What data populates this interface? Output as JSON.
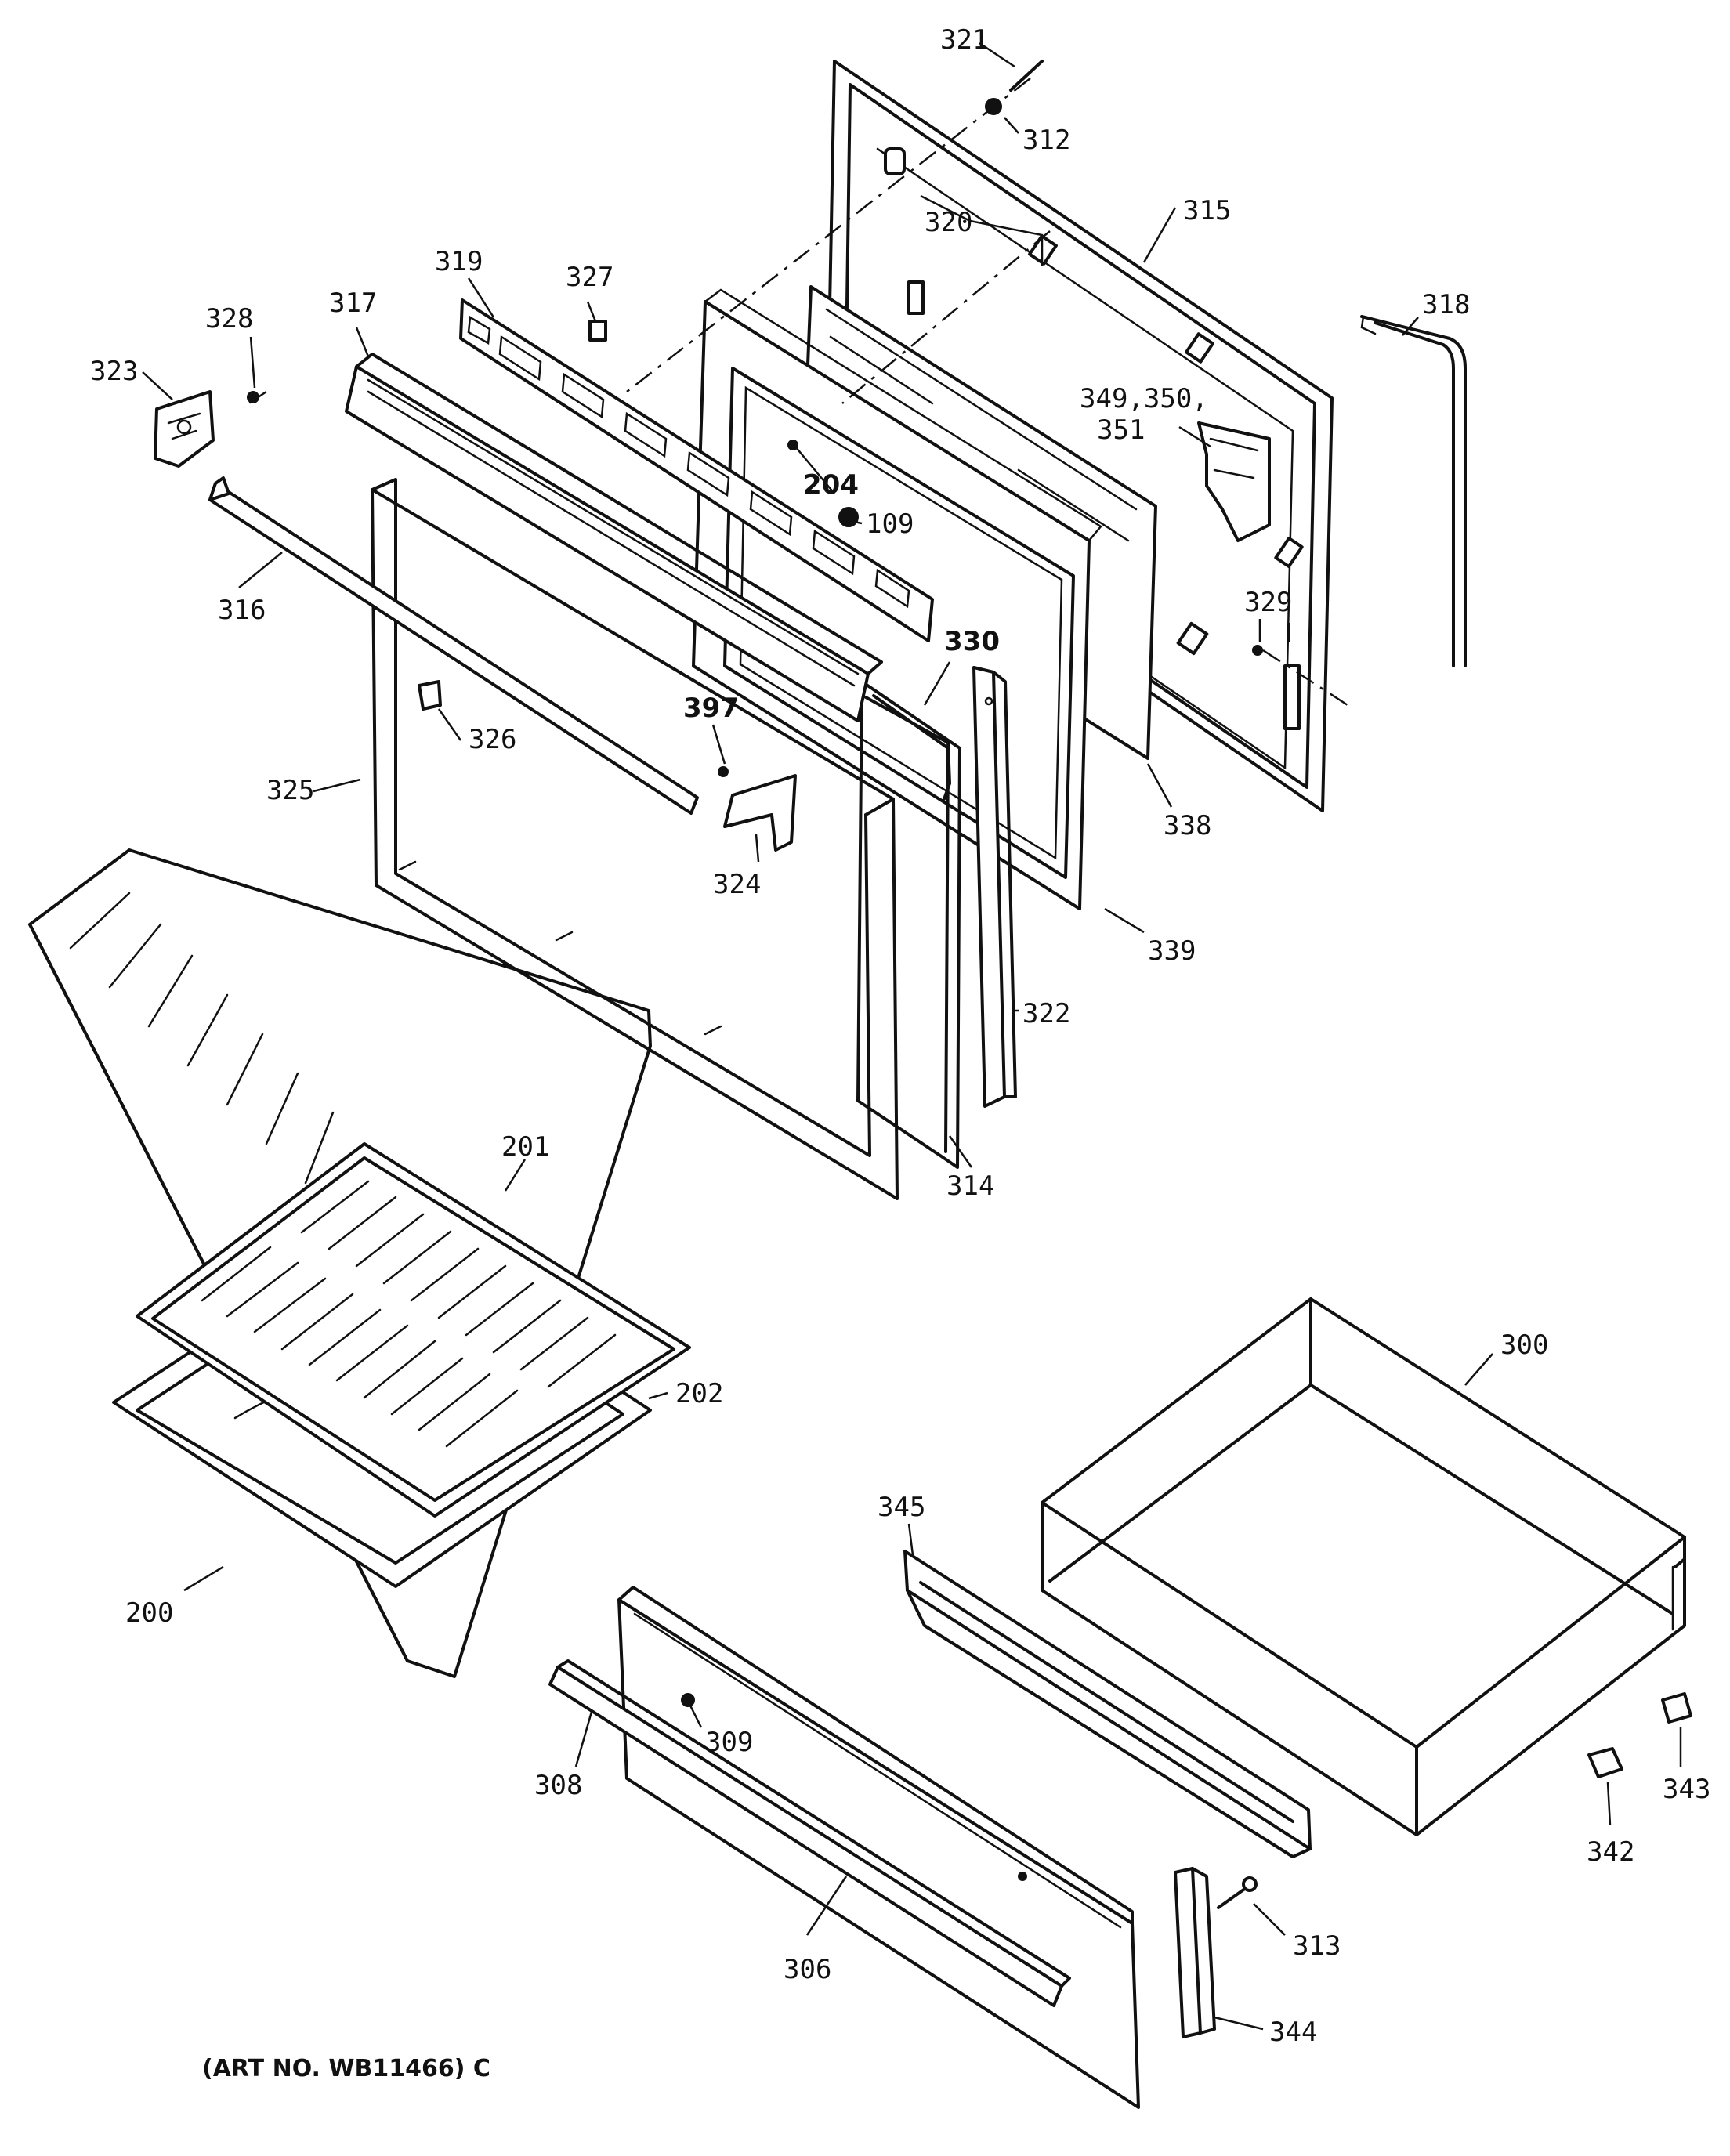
{
  "diagram": {
    "art_number": "(ART NO. WB11466) C",
    "callouts": {
      "p321": "321",
      "p312": "312",
      "p320": "320",
      "p315": "315",
      "p318": "318",
      "p319": "319",
      "p327": "327",
      "p317": "317",
      "p328": "328",
      "p323": "323",
      "p349": "349,350,",
      "p351": "351",
      "p204": "204",
      "p109": "109",
      "p316": "316",
      "p329": "329",
      "p330": "330",
      "p397": "397",
      "p326": "326",
      "p325": "325",
      "p324": "324",
      "p338": "338",
      "p339": "339",
      "p322": "322",
      "p314": "314",
      "p201": "201",
      "p300": "300",
      "p202": "202",
      "p345": "345",
      "p200": "200",
      "p309": "309",
      "p308": "308",
      "p343": "343",
      "p342": "342",
      "p313": "313",
      "p306": "306",
      "p344": "344"
    }
  }
}
